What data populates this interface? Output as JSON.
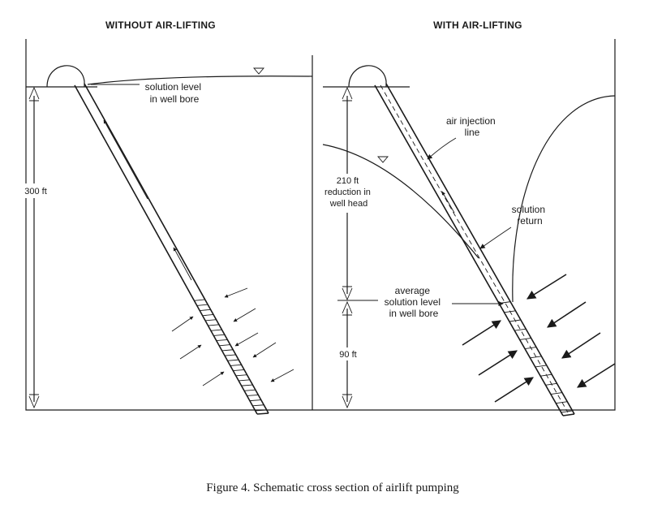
{
  "left_panel": {
    "title": "WITHOUT AIR-LIFTING",
    "solution_level_label": [
      "solution level",
      "in well bore"
    ],
    "depth_label": "300 ft"
  },
  "right_panel": {
    "title": "WITH AIR-LIFTING",
    "air_injection_label": [
      "air injection",
      "line"
    ],
    "reduction_label": [
      "210 ft",
      "reduction in",
      "well head"
    ],
    "solution_return_label": [
      "solution",
      "return"
    ],
    "average_level_label": [
      "average",
      "solution level",
      "in well bore"
    ],
    "lower_depth_label": "90 ft"
  },
  "caption": "Figure 4. Schematic cross section of airlift pumping"
}
